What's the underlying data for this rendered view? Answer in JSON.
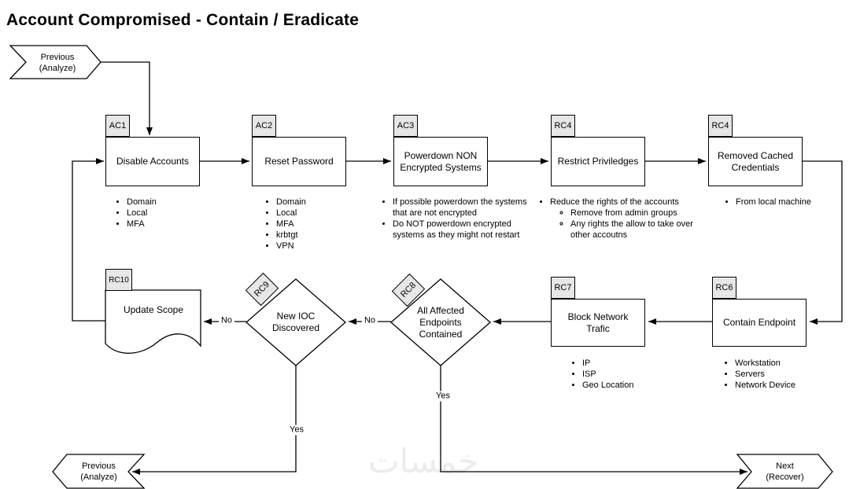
{
  "title": "Account Compromised - Contain / Eradicate",
  "watermark": "خمسات",
  "colors": {
    "background": "#ffffff",
    "line": "#000000",
    "box_fill": "#ffffff",
    "tag_fill": "#e8e8e8",
    "watermark": "#ececec"
  },
  "nodes": {
    "prev_top": {
      "label": "Previous\n(Analyze)"
    },
    "ac1": {
      "tag": "AC1",
      "label": "Disable Accounts",
      "bullets": [
        "Domain",
        "Local",
        "MFA"
      ]
    },
    "ac2": {
      "tag": "AC2",
      "label": "Reset Password",
      "bullets": [
        "Domain",
        "Local",
        "MFA",
        "krbtgt",
        "VPN"
      ]
    },
    "ac3": {
      "tag": "AC3",
      "label": "Powerdown NON\nEncrypted Systems",
      "bullets": [
        "If possible powerdown the systems that are not encrypted",
        "Do NOT powerdown encrypted systems as they might not restart"
      ]
    },
    "rc4_restrict": {
      "tag": "RC4",
      "label": "Restrict Priviledges",
      "bullet": "Reduce the rights of the accounts",
      "sub_bullets": [
        "Remove from admin groups",
        "Any rights the allow to take over other accoutns"
      ]
    },
    "rc4_removed": {
      "tag": "RC4",
      "label": "Removed Cached\nCredentials",
      "bullets": [
        "From local machine"
      ]
    },
    "rc10": {
      "tag": "RC10",
      "label": "Update Scope"
    },
    "rc9": {
      "tag": "RC9",
      "label": "New IOC\nDiscovered"
    },
    "rc8": {
      "tag": "RC8",
      "label": "All Affected\nEndpoints\nContained"
    },
    "rc7": {
      "tag": "RC7",
      "label": "Block Network\nTrafic",
      "bullets": [
        "IP",
        "ISP",
        "Geo Location"
      ]
    },
    "rc6": {
      "tag": "RC6",
      "label": "Contain Endpoint",
      "bullets": [
        "Workstation",
        "Servers",
        "Network Device"
      ]
    },
    "prev_bottom": {
      "label": "Previous\n(Analyze)"
    },
    "next": {
      "label": "Next\n(Recover)"
    }
  },
  "edge_labels": {
    "no_rc8_to_rc9": "No",
    "no_rc9_to_rc10": "No",
    "yes_rc9": "Yes",
    "yes_rc8": "Yes"
  }
}
